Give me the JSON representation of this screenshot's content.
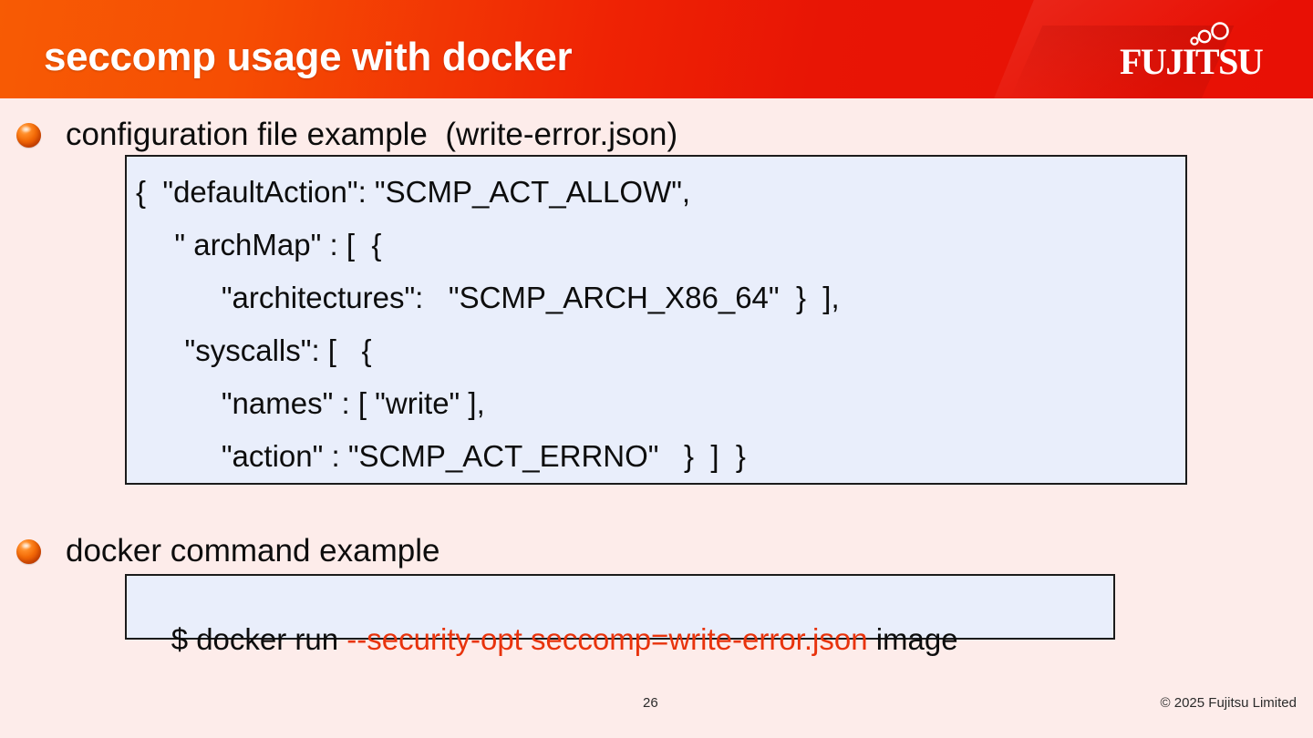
{
  "header": {
    "title": "seccomp usage with docker",
    "logo_text": "FUJITSU",
    "logo_name": "fujitsu-logo"
  },
  "colors": {
    "header_gradient_start": "#f75b04",
    "header_gradient_end": "#e81005",
    "page_background": "#fdecea",
    "code_background": "#e9eefb",
    "code_border": "#1b1b1b",
    "bullet": "#ee6a08",
    "highlight_text": "#e8330c",
    "body_text": "#0d0d0d"
  },
  "bullets": [
    {
      "label": "configuration file example  (write-error.json)"
    },
    {
      "label": "docker command example"
    }
  ],
  "config_code": {
    "lines": [
      "{  \"defaultAction\": \"SCMP_ACT_ALLOW\",",
      "  \" archMap\" : [  {",
      "     \"architectures\":   \"SCMP_ARCH_X86_64\"  }  ],",
      "   \"syscalls\": [   {",
      "     \"names\" : [ \"write\" ],",
      "     \"action\" : \"SCMP_ACT_ERRNO\"   }  ]  }"
    ],
    "indents": [
      0,
      24,
      48,
      26,
      48,
      48
    ]
  },
  "docker_command": {
    "prefix": "$ docker run ",
    "highlight": "--security-opt seccomp=write-error.json",
    "suffix": " image"
  },
  "footer": {
    "page_number": "26",
    "copyright": "© 2025 Fujitsu Limited"
  }
}
